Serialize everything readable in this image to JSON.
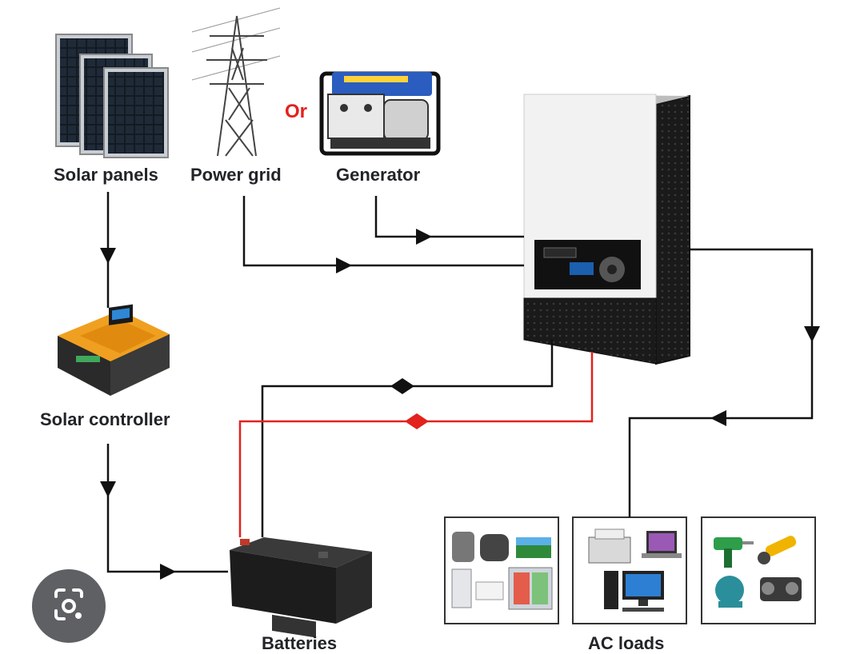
{
  "labels": {
    "solar_panels": "Solar panels",
    "power_grid": "Power grid",
    "or": "Or",
    "generator": "Generator",
    "solar_controller": "Solar controller",
    "batteries": "Batteries",
    "ac_loads": "AC loads"
  },
  "colors": {
    "wire": "#111111",
    "positive_wire": "#e3211d",
    "or_text": "#e3211d",
    "label_text": "#222428",
    "controller_orange": "#f0a020",
    "lens_button": "#5f6063"
  },
  "icons": {
    "lens_button": "google-lens-icon"
  }
}
